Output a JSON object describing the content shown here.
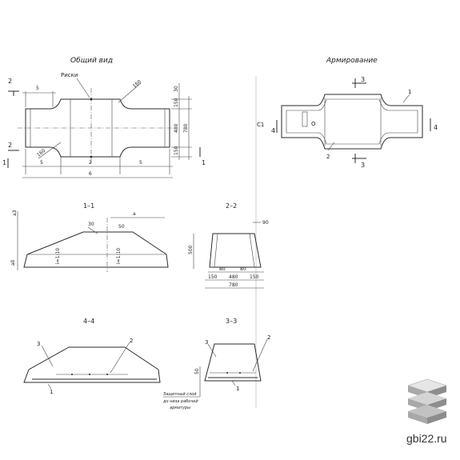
{
  "titles": {
    "general_view": "Общий вид",
    "reinforcement": "Армирование",
    "section_1": "1–1",
    "section_2": "2–2",
    "section_4": "4–4",
    "section_3": "3–3"
  },
  "general_view": {
    "marks_label": "Риски",
    "dims": {
      "a": "5",
      "middle": "2",
      "b": "5",
      "total": "6",
      "r1": "160",
      "r2": "160",
      "h_top": "30",
      "h1": "150",
      "h2": "480",
      "h3": "150",
      "h_total": "780"
    },
    "section_marks": {
      "s1": "1",
      "s2": "2"
    }
  },
  "reinforcement": {
    "callout_1": "1",
    "callout_2": "2",
    "label_c1": "С1",
    "label_o": "О",
    "section_mark_3": "3",
    "section_mark_4": "4"
  },
  "section_1_1": {
    "dim_top": "30",
    "dim_top_right": "а",
    "dim_slope": "50",
    "dim_left": "а3",
    "dim_bottom_left": "а0",
    "dim_inner_left": "i=1:10",
    "dim_inner_right": "i=1:10"
  },
  "section_2_2": {
    "dim_90": "90",
    "dim_500": "500",
    "dim_80a": "80",
    "dim_80b": "80",
    "dim_150a": "150",
    "dim_480": "480",
    "dim_150b": "150",
    "dim_780": "780"
  },
  "section_4_4": {
    "callout_1": "1",
    "callout_2": "2",
    "callout_3": "3"
  },
  "section_3_3": {
    "callout_1": "1",
    "callout_2": "2",
    "callout_3": "3",
    "dim_50": "50",
    "note_line1": "Защитный слой",
    "note_line2": "до низа рабочей",
    "note_line3": "арматуры"
  },
  "watermark": {
    "text": "gbi22.ru"
  }
}
